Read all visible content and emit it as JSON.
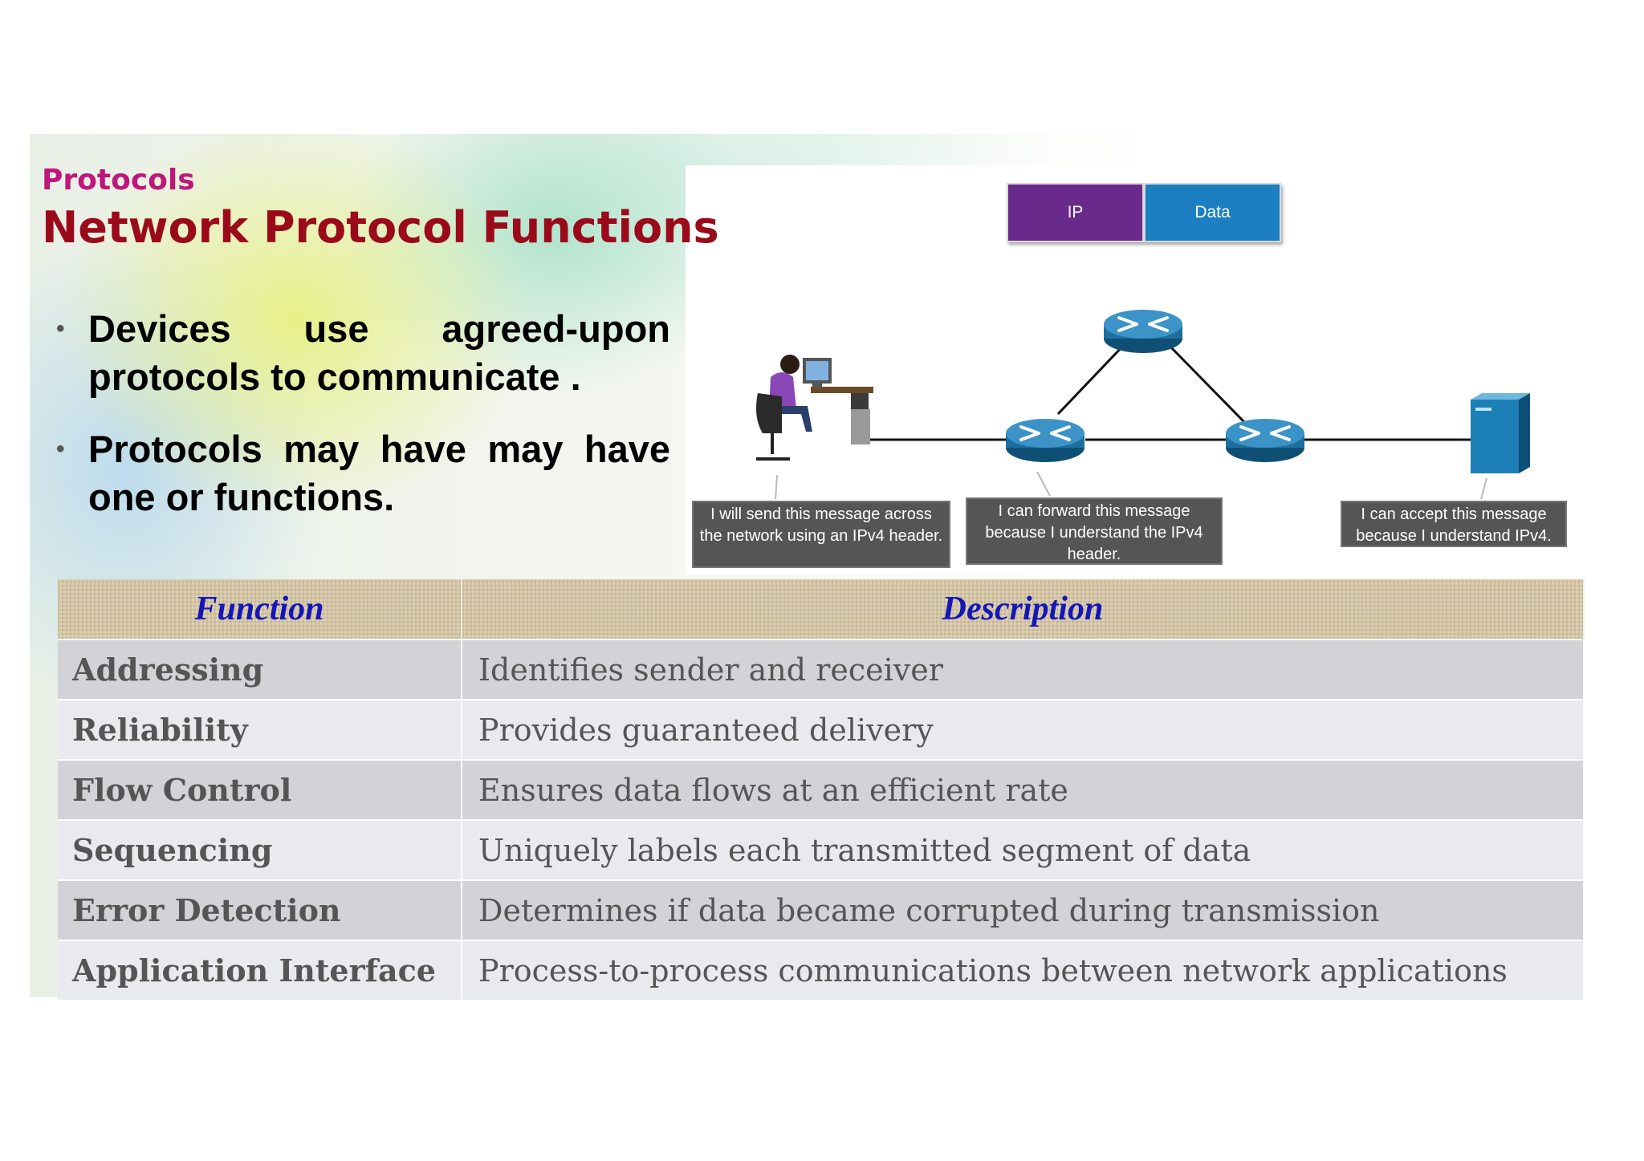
{
  "slide": {
    "subtitle": "Protocols",
    "title": "Network Protocol Functions",
    "bullets": [
      "Devices use agreed-upon protocols to communicate .",
      "Protocols may have may have one or functions."
    ]
  },
  "diagram": {
    "pdu": {
      "ip_label": "IP",
      "data_label": "Data",
      "ip_color": "#6a2a8c",
      "data_color": "#1b7fc1"
    },
    "callouts": {
      "sender": "I will send this message across the network using an IPv4 header.",
      "router": "I can forward this message because I understand the IPv4 header.",
      "receiver": "I can accept this message because I understand IPv4."
    }
  },
  "table": {
    "headers": {
      "function": "Function",
      "description": "Description"
    },
    "rows": [
      {
        "function": "Addressing",
        "description": "Identifies sender and receiver"
      },
      {
        "function": "Reliability",
        "description": "Provides guaranteed delivery"
      },
      {
        "function": "Flow Control",
        "description": "Ensures data flows at an efficient rate"
      },
      {
        "function": "Sequencing",
        "description": "Uniquely labels each transmitted segment of data"
      },
      {
        "function": "Error Detection",
        "description": "Determines if data became corrupted during transmission"
      },
      {
        "function": "Application Interface",
        "description": "Process-to-process communications between network applications"
      }
    ]
  },
  "colors": {
    "title": "#9b0a1a",
    "subtitle": "#c0167a",
    "header_text": "#1416b8",
    "router": "#1d6f9e"
  }
}
